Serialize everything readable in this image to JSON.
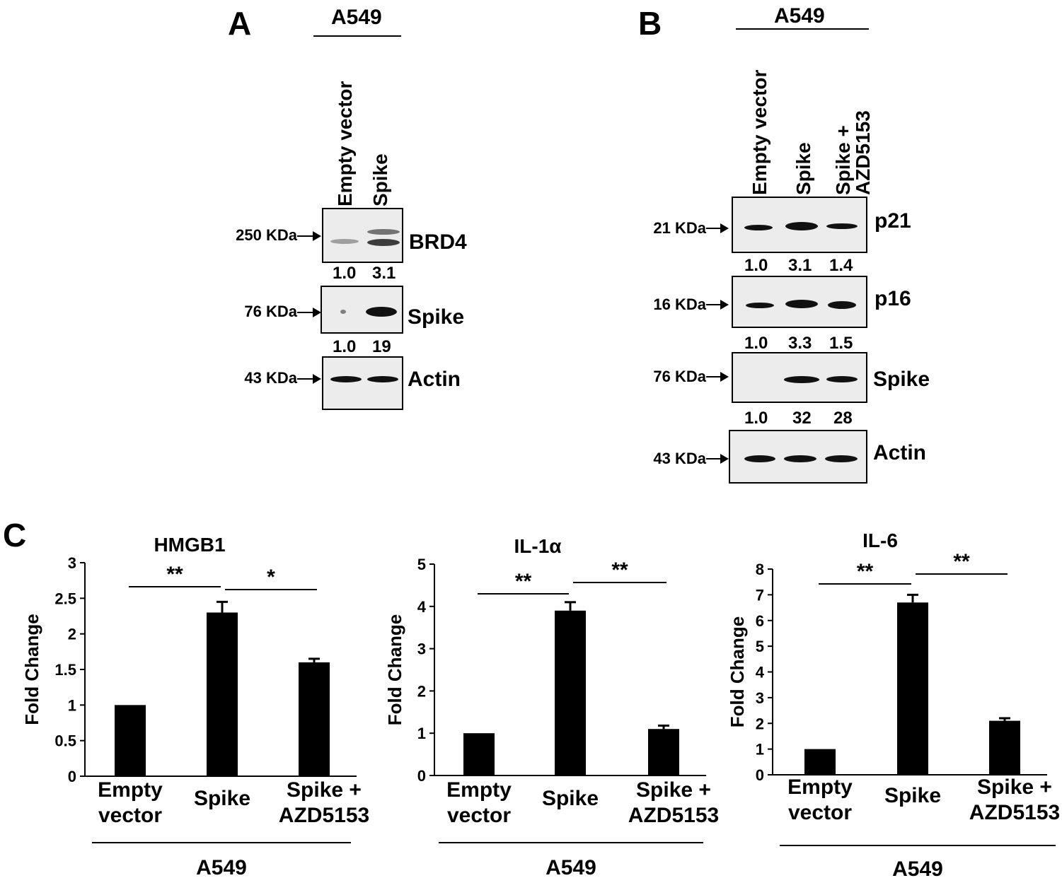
{
  "panels": {
    "a": "A",
    "b": "B",
    "c": "C"
  },
  "blotA": {
    "cell_line": "A549",
    "lanes": [
      "Empty vector",
      "Spike"
    ],
    "rows": [
      {
        "marker": "250 KDa",
        "protein": "BRD4",
        "quant": [
          "1.0",
          "3.1"
        ]
      },
      {
        "marker": "76 KDa",
        "protein": "Spike",
        "quant": [
          "1.0",
          "19"
        ]
      },
      {
        "marker": "43 KDa",
        "protein": "Actin",
        "quant": []
      }
    ]
  },
  "blotB": {
    "cell_line": "A549",
    "lanes": [
      "Empty vector",
      "Spike",
      "Spike +",
      "AZD5153"
    ],
    "rows": [
      {
        "marker": "21 KDa",
        "protein": "p21",
        "quant": [
          "1.0",
          "3.1",
          "1.4"
        ]
      },
      {
        "marker": "16 KDa",
        "protein": "p16",
        "quant": [
          "1.0",
          "3.3",
          "1.5"
        ]
      },
      {
        "marker": "76 KDa",
        "protein": "Spike",
        "quant": [
          "1.0",
          "32",
          "28"
        ]
      },
      {
        "marker": "43 KDa",
        "protein": "Actin",
        "quant": []
      }
    ]
  },
  "chart_data": [
    {
      "type": "bar",
      "title": "HMGB1",
      "ylabel": "Fold Change",
      "xlabel": "A549",
      "categories": [
        "Empty vector",
        "Spike",
        "Spike + AZD5153"
      ],
      "values": [
        1.0,
        2.3,
        1.6
      ],
      "errors": [
        0.0,
        0.15,
        0.05
      ],
      "ylim": [
        0,
        3
      ],
      "yticks": [
        "0",
        "0.5",
        "1",
        "1.5",
        "2",
        "2.5",
        "3"
      ],
      "significance": [
        {
          "from": 0,
          "to": 1,
          "label": "**"
        },
        {
          "from": 1,
          "to": 2,
          "label": "*"
        }
      ]
    },
    {
      "type": "bar",
      "title": "IL-1α",
      "ylabel": "Fold Change",
      "xlabel": "A549",
      "categories": [
        "Empty vector",
        "Spike",
        "Spike + AZD5153"
      ],
      "values": [
        1.0,
        3.9,
        1.1
      ],
      "errors": [
        0.0,
        0.2,
        0.08
      ],
      "ylim": [
        0,
        5
      ],
      "yticks": [
        "0",
        "1",
        "2",
        "3",
        "4",
        "5"
      ],
      "significance": [
        {
          "from": 0,
          "to": 1,
          "label": "**"
        },
        {
          "from": 1,
          "to": 2,
          "label": "**"
        }
      ]
    },
    {
      "type": "bar",
      "title": "IL-6",
      "ylabel": "Fold Change",
      "xlabel": "A549",
      "categories": [
        "Empty vector",
        "Spike",
        "Spike + AZD5153"
      ],
      "values": [
        1.0,
        6.7,
        2.1
      ],
      "errors": [
        0.0,
        0.3,
        0.1
      ],
      "ylim": [
        0,
        8
      ],
      "yticks": [
        "0",
        "1",
        "2",
        "3",
        "4",
        "5",
        "6",
        "7",
        "8"
      ],
      "significance": [
        {
          "from": 0,
          "to": 1,
          "label": "**"
        },
        {
          "from": 1,
          "to": 2,
          "label": "**"
        }
      ]
    }
  ],
  "category_lines": {
    "empty": [
      "Empty",
      "vector"
    ],
    "spike": [
      "Spike"
    ],
    "combo": [
      "Spike +",
      "AZD5153"
    ]
  }
}
